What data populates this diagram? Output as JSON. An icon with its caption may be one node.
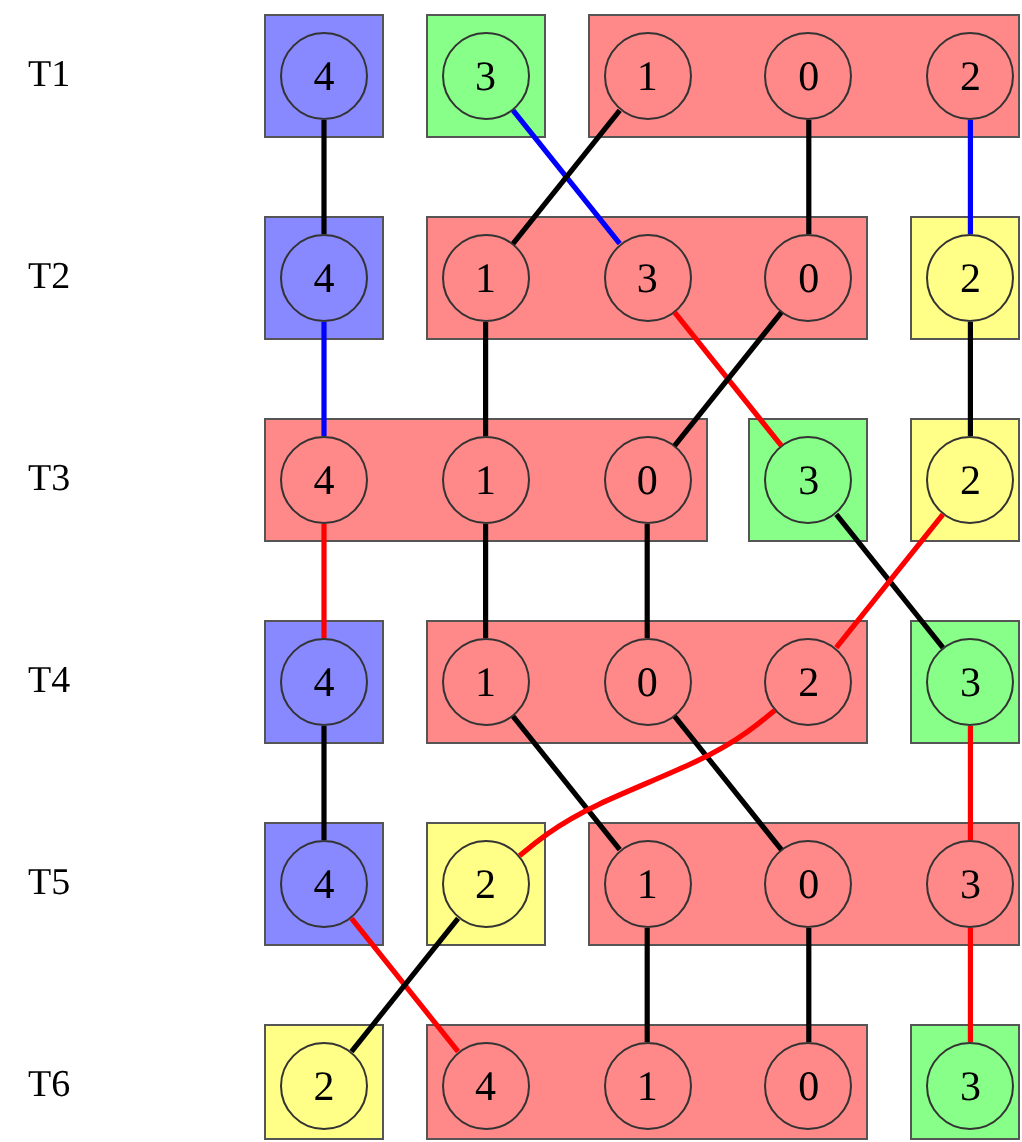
{
  "diagram": {
    "nodes": [
      {
        "text": [],
        "shape": "box"
      },
      {
        "text": [
          "4"
        ],
        "in": 0
      },
      {
        "text": [],
        "shape": "box"
      },
      {
        "text": [
          "3"
        ],
        "in": 2
      },
      {
        "text": [],
        "shape": "box"
      },
      {
        "text": [
          "1"
        ],
        "in": 4
      },
      {
        "text": [
          "0"
        ],
        "in": 4
      },
      {
        "text": [
          "2"
        ],
        "in": 4
      },
      {
        "text": [],
        "shape": "box"
      },
      {
        "text": [
          "4"
        ],
        "in": 8
      },
      {
        "text": [],
        "shape": "box"
      },
      {
        "text": [
          "1"
        ],
        "in": 10
      },
      {
        "text": [
          "3"
        ],
        "in": 10
      },
      {
        "text": [
          "0"
        ],
        "in": 10
      },
      {
        "text": [],
        "shape": "box"
      },
      {
        "text": [
          "2"
        ],
        "in": 14
      },
      {
        "text": [],
        "shape": "box"
      },
      {
        "text": [
          "4"
        ],
        "in": 16
      },
      {
        "text": [
          "1"
        ],
        "in": 16
      },
      {
        "text": [
          "0"
        ],
        "in": 16
      },
      {
        "text": [],
        "shape": "box"
      },
      {
        "text": [
          "3"
        ],
        "in": 20
      },
      {
        "text": [],
        "shape": "box"
      },
      {
        "text": [
          "2"
        ],
        "in": 22
      },
      {
        "text": [],
        "shape": "box"
      },
      {
        "text": [
          "4"
        ],
        "in": 24
      },
      {
        "text": [],
        "shape": "box"
      },
      {
        "text": [
          "1"
        ],
        "in": 26
      },
      {
        "text": [
          "0"
        ],
        "in": 26
      },
      {
        "text": [
          "2"
        ],
        "in": 26
      },
      {
        "text": [],
        "shape": "box"
      },
      {
        "text": [
          "3"
        ],
        "in": 30
      },
      {
        "text": [],
        "shape": "box"
      },
      {
        "text": [
          "4"
        ],
        "in": 32
      },
      {
        "text": [],
        "shape": "box"
      },
      {
        "text": [
          "2"
        ],
        "in": 34
      },
      {
        "text": [],
        "shape": "box"
      },
      {
        "text": [
          "1"
        ],
        "in": 36
      },
      {
        "text": [
          "0"
        ],
        "in": 36
      },
      {
        "text": [
          "3"
        ],
        "in": 36
      },
      {
        "text": [],
        "shape": "box"
      },
      {
        "text": [
          "2"
        ],
        "in": 40
      },
      {
        "text": [],
        "shape": "box"
      },
      {
        "text": [
          "4"
        ],
        "in": 42
      },
      {
        "text": [
          "1"
        ],
        "in": 42
      },
      {
        "text": [
          "0"
        ],
        "in": 42
      },
      {
        "text": [],
        "shape": "box"
      },
      {
        "text": [
          "3"
        ],
        "in": 46
      }
    ],
    "edges": [
      {
        "from": 1,
        "to": 9,
        "arrow": "none"
      },
      {
        "from": 3,
        "to": 12,
        "arrow": "none",
        "color": "#0000ff"
      },
      {
        "from": 5,
        "to": 11,
        "arrow": "none"
      },
      {
        "from": 6,
        "to": 13,
        "arrow": "none"
      },
      {
        "from": 7,
        "to": 15,
        "arrow": "none",
        "color": "#0000ff"
      },
      {
        "from": 9,
        "to": 17,
        "arrow": "none",
        "color": "#0000ff"
      },
      {
        "from": 11,
        "to": 18,
        "arrow": "none"
      },
      {
        "from": 12,
        "to": 21,
        "arrow": "none",
        "color": "#ff0000"
      },
      {
        "from": 13,
        "to": 19,
        "arrow": "none"
      },
      {
        "from": 15,
        "to": 23,
        "arrow": "none"
      },
      {
        "from": 17,
        "to": 25,
        "arrow": "none",
        "color": "#ff0000"
      },
      {
        "from": 18,
        "to": 27,
        "arrow": "none"
      },
      {
        "from": 19,
        "to": 28,
        "arrow": "none"
      },
      {
        "from": 21,
        "to": 31,
        "arrow": "none"
      },
      {
        "from": 23,
        "to": 29,
        "arrow": "none",
        "color": "#ff0000"
      },
      {
        "from": 25,
        "to": 33,
        "arrow": "none"
      },
      {
        "from": 27,
        "to": 37,
        "arrow": "none"
      },
      {
        "from": 28,
        "to": 38,
        "arrow": "none"
      },
      {
        "from": 29,
        "to": 35,
        "arrow": "none",
        "color": "#ff0000"
      },
      {
        "from": 31,
        "to": 39,
        "arrow": "none",
        "color": "#ff0000"
      },
      {
        "from": 33,
        "to": 43,
        "arrow": "none",
        "color": "#ff0000"
      },
      {
        "from": 35,
        "to": 41,
        "arrow": "none"
      },
      {
        "from": 37,
        "to": 44,
        "arrow": "none"
      },
      {
        "from": 38,
        "to": 45,
        "arrow": "none"
      },
      {
        "from": 39,
        "to": 47,
        "arrow": "none",
        "color": "#ff0000"
      }
    ],
    "labels": [
      "T1",
      "T2",
      "T3",
      "T4",
      "T5",
      "T6"
    ]
  }
}
